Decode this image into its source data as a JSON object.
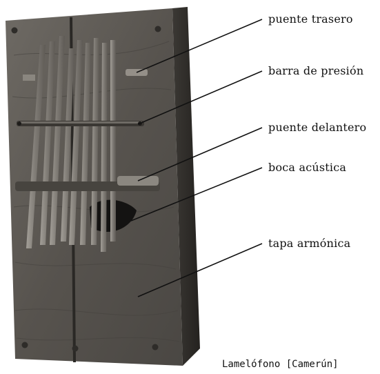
{
  "labels": {
    "back_bridge": "puente trasero",
    "pressure_bar": "barra de presión",
    "front_bridge": "puente delantero",
    "sound_hole": "boca acústica",
    "soundboard": "tapa armónica"
  },
  "caption": "Lamelófono [Camerún]",
  "colors": {
    "wood_face": "#5a5651",
    "wood_dark": "#2b2926",
    "wood_side": "#3a3733",
    "tine": "#8e8a83",
    "pointer": "#111111"
  }
}
